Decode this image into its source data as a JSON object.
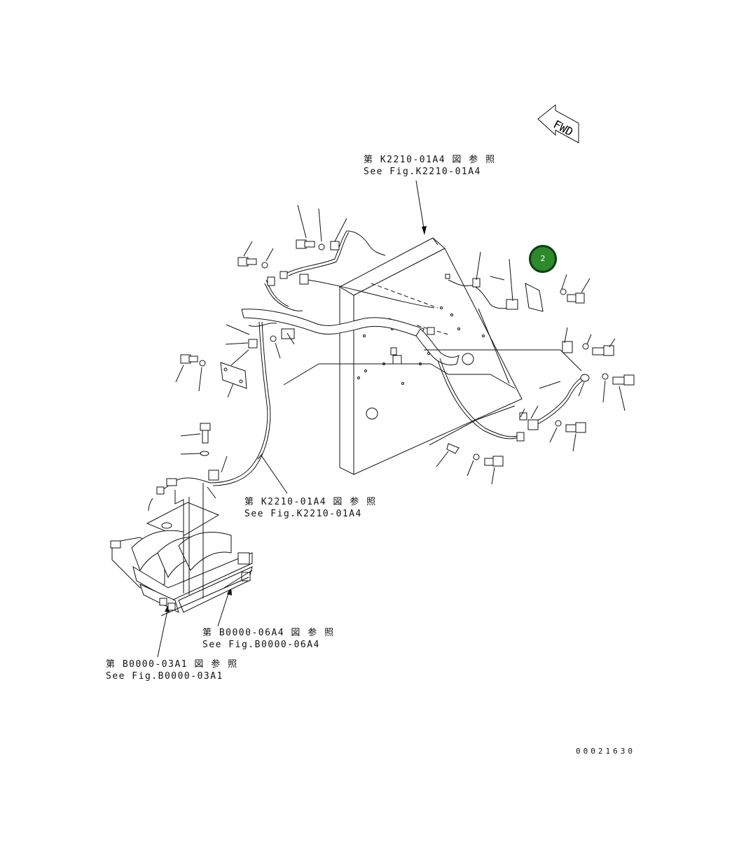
{
  "fwd_label": "FWD",
  "callouts": [
    {
      "id": "ref-top",
      "jp": "第 K2210-01A4 図 参 照",
      "en": "See Fig.K2210-01A4"
    },
    {
      "id": "ref-mid",
      "jp": "第 K2210-01A4 図 参 照",
      "en": "See Fig.K2210-01A4"
    },
    {
      "id": "ref-b6",
      "jp": "第 B0000-06A4 図 参 照",
      "en": "See Fig.B0000-06A4"
    },
    {
      "id": "ref-b3",
      "jp": "第 B0000-03A1 図 参 照",
      "en": "See Fig.B0000-03A1"
    }
  ],
  "part_badge": "2",
  "badge_color": "#2c8a2a",
  "drawing_code": "00021630"
}
